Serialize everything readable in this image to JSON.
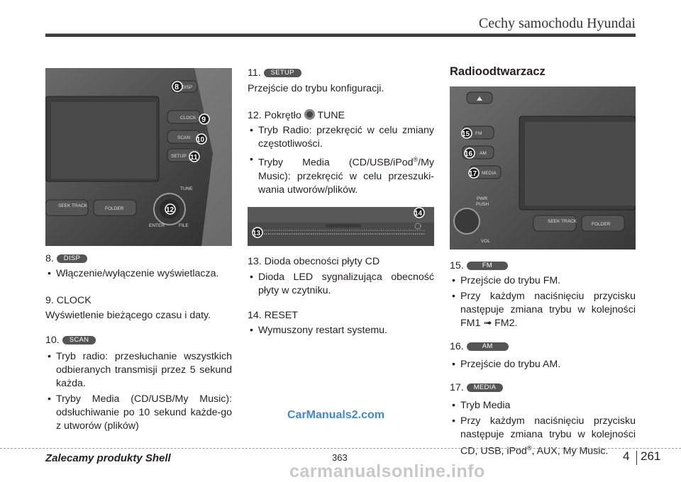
{
  "header": {
    "title": "Cechy samochodu Hyundai"
  },
  "figures": {
    "left_unit": {
      "markers": [
        "8",
        "9",
        "10",
        "11",
        "12"
      ],
      "labels": {
        "disp": "DISP",
        "clock": "CLOCK",
        "scan": "SCAN",
        "setup": "SETUP",
        "tune": "TUNE",
        "enter": "ENTER",
        "file": "FILE",
        "seek": "SEEK\nTRACK",
        "folder": "FOLDER"
      }
    },
    "slot": {
      "markers": [
        "13",
        "14"
      ]
    },
    "right_unit": {
      "markers": [
        "15",
        "16",
        "17"
      ],
      "labels": {
        "fm": "FM",
        "am": "AM",
        "media": "MEDIA",
        "pwr": "PWR",
        "push": "PUSH",
        "vol": "VOL",
        "seek": "SEEK\nTRACK",
        "folder": "FOLDER"
      }
    }
  },
  "col1": {
    "item8": {
      "num": "8.",
      "badge": "DISP",
      "bullets": [
        "Włączenie/wyłączenie wyświetlacza."
      ]
    },
    "item9": {
      "title": "9. CLOCK",
      "text": "Wyświetlenie bieżącego czasu i daty."
    },
    "item10": {
      "num": "10.",
      "badge": "SCAN",
      "bullets": [
        "Tryb radio: przesłuchanie wszystkich odbieranych transmisji przez 5 sekund każda.",
        "Tryby Media (CD/USB/My Music): odsłuchiwanie po 10 sekund każde-go z utworów (plików)"
      ]
    }
  },
  "col2": {
    "item11": {
      "num": "11.",
      "badge": "SETUP",
      "text": "Przejście do trybu konfiguracji."
    },
    "item12": {
      "title_pre": "12. Pokrętło",
      "title_post": "TUNE",
      "bullets": [
        "Tryb Radio: przekręcić w celu zmiany częstotliwości."
      ],
      "bullet2_pre": "Tryby Media (CD/USB/iPod",
      "bullet2_sup": "®",
      "bullet2_post": "/My Music): przekręcić w celu przeszuki-wania utworów/plików."
    },
    "item13": {
      "title": "13. Dioda obecności płyty CD",
      "bullets": [
        "Dioda LED sygnalizująca obecność płyty w czytniku."
      ]
    },
    "item14": {
      "title": "14. RESET",
      "bullets": [
        "Wymuszony restart systemu."
      ]
    }
  },
  "col3": {
    "heading": "Radioodtwarzacz",
    "item15": {
      "num": "15.",
      "badge": "FM",
      "bullets": [
        "Przejście do trybu FM.",
        "Przy każdym naciśnięciu przycisku następuje zmiana trybu  w kolejności FM1 ➟ FM2."
      ]
    },
    "item16": {
      "num": "16.",
      "badge": "AM",
      "bullets": [
        "Przejście do trybu AM."
      ]
    },
    "item17": {
      "num": "17.",
      "badge": "MEDIA",
      "bullets": [
        "Tryb Media"
      ],
      "bullet2_pre": "Przy każdym naciśnięciu przycisku następuje zmiana trybu w kolejności CD, USB, iPod",
      "bullet2_sup": "®",
      "bullet2_post": ", AUX, My Music."
    }
  },
  "footer": {
    "left": "Zalecamy produkty Shell",
    "mid": "363",
    "chapter": "4",
    "page": "261"
  },
  "watermarks": {
    "top": "CarManuals2.com",
    "bottom": "carmanualsonline.info"
  }
}
